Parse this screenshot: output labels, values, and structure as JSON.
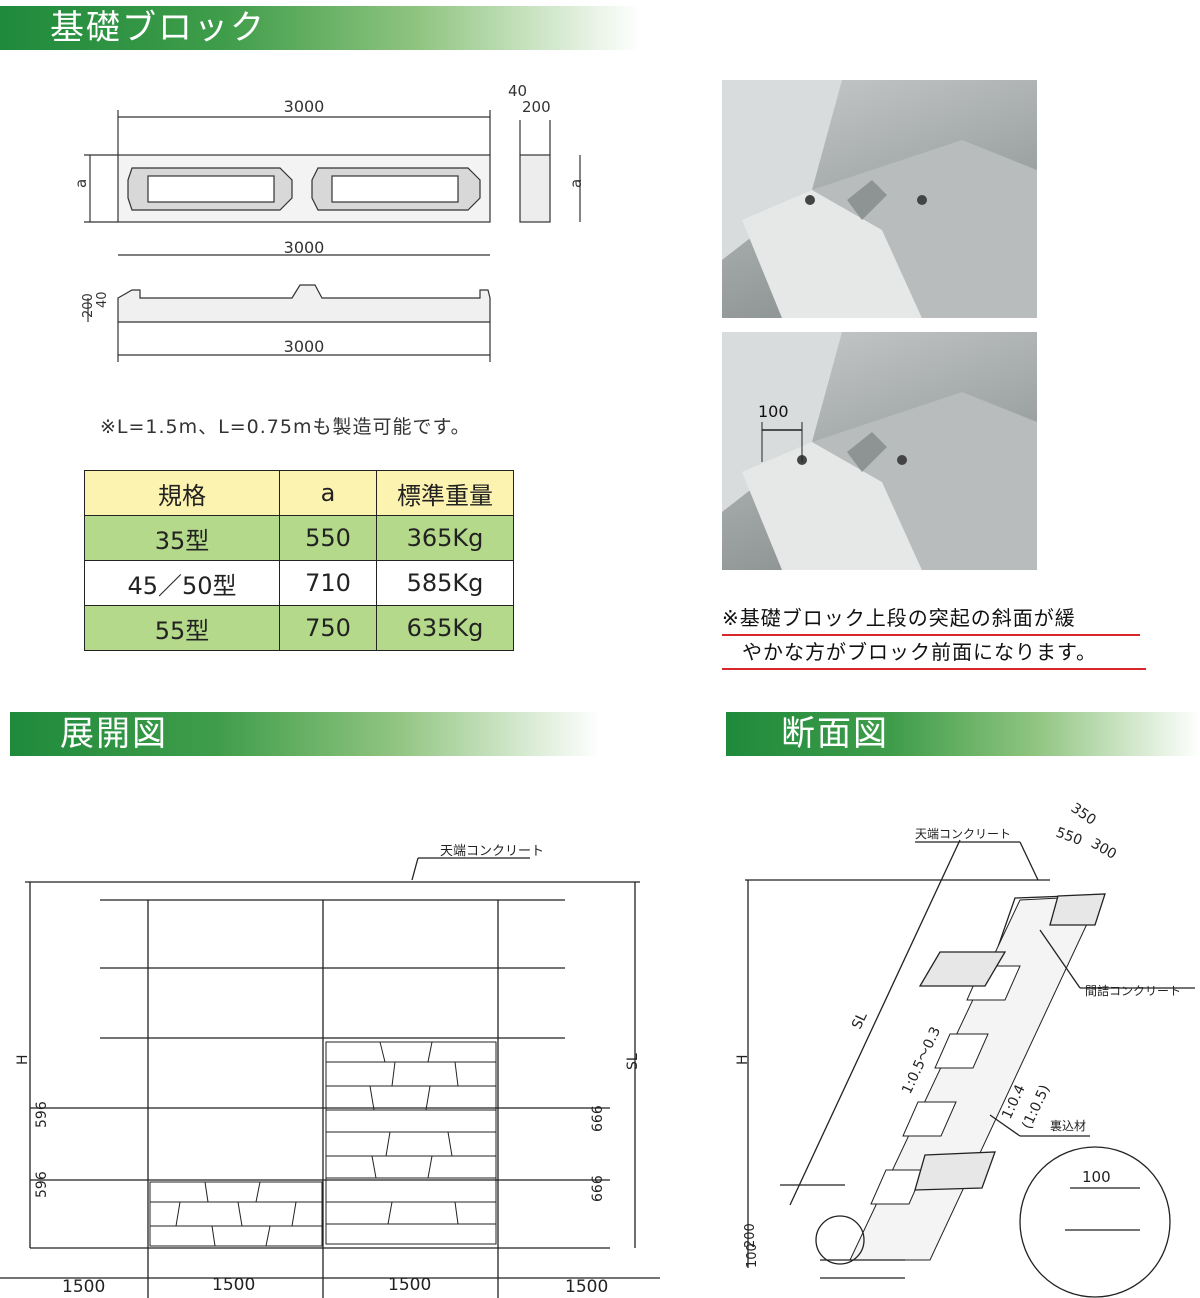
{
  "sections": {
    "kiso": "基礎ブロック",
    "tenkai": "展開図",
    "danmen": "断面図"
  },
  "block_drawing": {
    "len_top": "3000",
    "len_bottom": "3000",
    "len_side": "3000",
    "dim_a": "a",
    "dim_a_side": "a",
    "dim_40": "40",
    "dim_200": "200",
    "dim_200_side": "200",
    "dim_40_side": "40"
  },
  "note": "※L=1.5m、L=0.75mも製造可能です。",
  "spec_table": {
    "headers": [
      "規格",
      "a",
      "標準重量"
    ],
    "rows": [
      [
        "35型",
        "550",
        "365Kg"
      ],
      [
        "45／50型",
        "710",
        "585Kg"
      ],
      [
        "55型",
        "750",
        "635Kg"
      ]
    ]
  },
  "photo": {
    "dim_100": "100"
  },
  "caution": {
    "line1": "※基礎ブロック上段の突起の斜面が緩",
    "line2": "やかな方がブロック前面になります。"
  },
  "elevation": {
    "top_label": "天端コンクリート",
    "H": "H",
    "SL": "SL",
    "left_596a": "596",
    "left_596b": "596",
    "right_666a": "666",
    "right_666b": "666",
    "widths": [
      "1500",
      "1500",
      "1500",
      "1500"
    ]
  },
  "section": {
    "top_label": "天端コンクリート",
    "d350": "350",
    "d550": "550",
    "d300": "300",
    "fill_label": "間詰コンクリート",
    "slope1": "1:0.5～0.3",
    "slope2": "1:0.4",
    "slope3": "(1:0.5)",
    "SL": "SL",
    "H": "H",
    "drain_label": "裏込材",
    "d100": "100",
    "d200": "200",
    "d100b": "100"
  }
}
